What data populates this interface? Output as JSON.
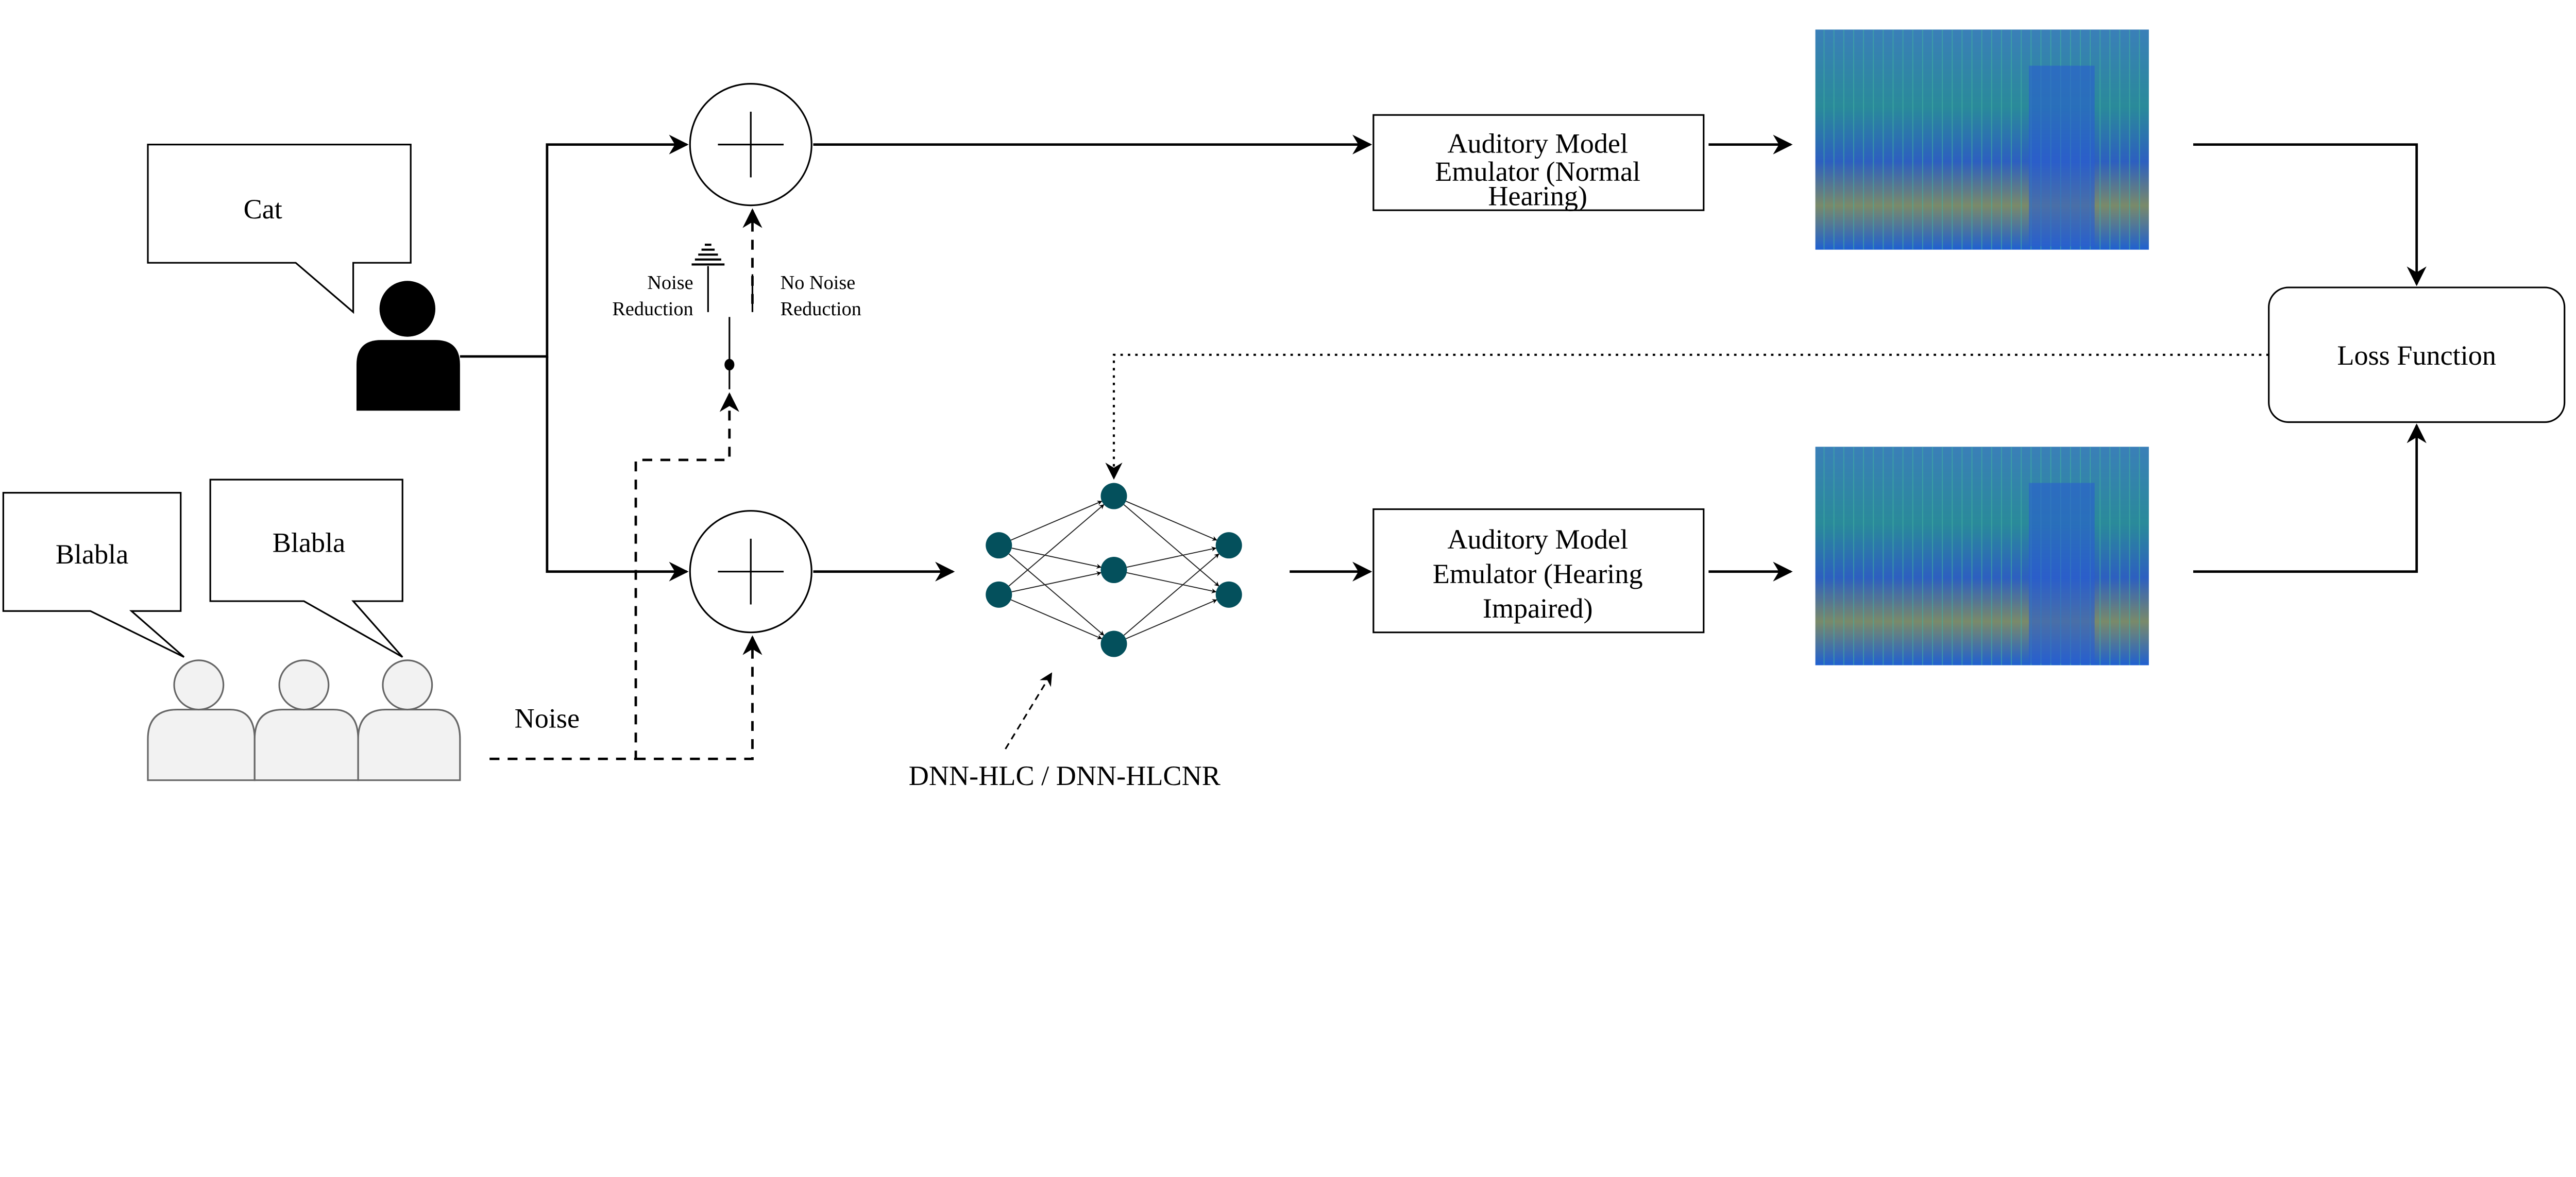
{
  "speaker": {
    "bubble_text": "Cat"
  },
  "crowd": {
    "bubbles": [
      "Blabla",
      "Blabla"
    ],
    "noise_label": "Noise"
  },
  "switch": {
    "noise_reduction": [
      "Noise",
      "Reduction"
    ],
    "no_noise_reduction": [
      "No Noise",
      "Reduction"
    ]
  },
  "top_box": {
    "lines": [
      "Auditory Model",
      "Emulator (Normal",
      "Hearing)"
    ]
  },
  "bottom_box": {
    "lines": [
      "Auditory Model",
      "Emulator (Hearing",
      "Impaired)"
    ]
  },
  "loss": {
    "label": "Loss Function"
  },
  "dnn": {
    "label": "DNN-HLC / DNN-HLCNR",
    "node_color": "#04505c"
  },
  "colors": {
    "person": "#000000",
    "crowd_fill": "#f2f2f2",
    "crowd_stroke": "#666666"
  }
}
